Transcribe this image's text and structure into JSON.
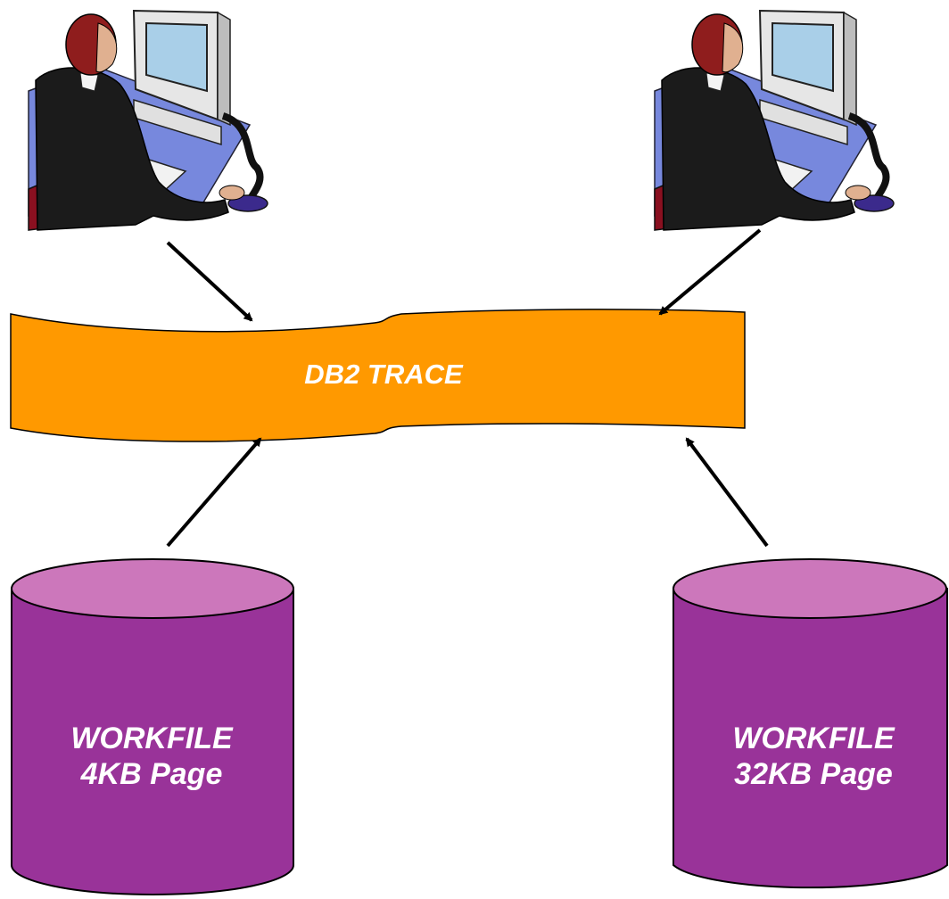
{
  "trace": {
    "label": "DB2 TRACE"
  },
  "workfiles": [
    {
      "line1": "WORKFILE",
      "line2": "4KB Page"
    },
    {
      "line1": "WORKFILE",
      "line2": "32KB Page"
    }
  ],
  "colors": {
    "trace_fill": "#ff9900",
    "cylinder_body": "#993399",
    "cylinder_top": "#cc77bb",
    "desk": "#7788dd",
    "outline": "#000000"
  },
  "icons": [
    "user-at-computer-icon",
    "user-at-computer-icon",
    "arrow-icon",
    "database-cylinder-icon"
  ]
}
